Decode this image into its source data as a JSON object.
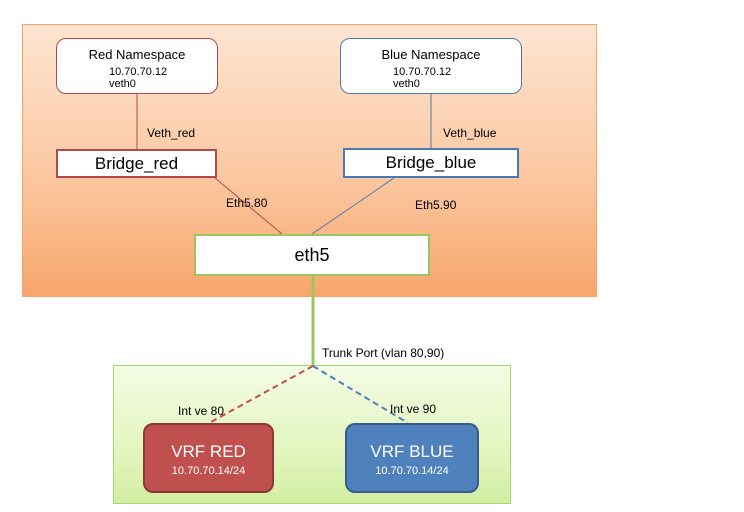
{
  "host": {
    "red_namespace": {
      "title": "Red Namespace",
      "ip": "10.70.70.12",
      "iface": "veth0"
    },
    "blue_namespace": {
      "title": "Blue Namespace",
      "ip": "10.70.70.12",
      "iface": "veth0"
    },
    "bridge_red": "Bridge_red",
    "bridge_blue": "Bridge_blue",
    "veth_red": "Veth_red",
    "veth_blue": "Veth_blue",
    "eth_red": "Eth5.80",
    "eth_blue": "Eth5.90",
    "eth5": "eth5"
  },
  "trunk_label": "Trunk Port (vlan 80,90)",
  "switch": {
    "int_red": "Int ve 80",
    "int_blue": "Int ve 90",
    "vrf_red": {
      "name": "VRF RED",
      "subnet": "10.70.70.14/24"
    },
    "vrf_blue": {
      "name": "VRF BLUE",
      "subnet": "10.70.70.14/24"
    }
  },
  "colors": {
    "red": "#c0504d",
    "blue": "#4f81bd",
    "green": "#9bc560",
    "host_fill": "#fbc8a2",
    "switch_fill": "#e3f5c0"
  }
}
